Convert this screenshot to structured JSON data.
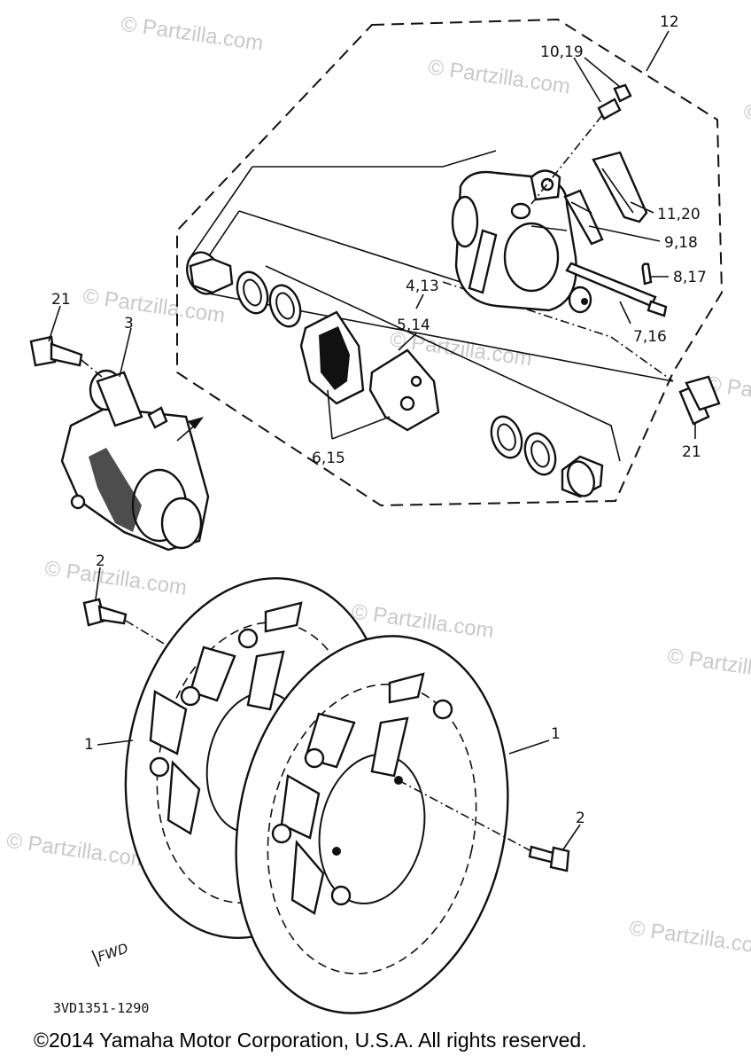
{
  "callouts": {
    "c12": "12",
    "c10_19": "10,19",
    "c11_20": "11,20",
    "c9_18": "9,18",
    "c8_17": "8,17",
    "c7_16": "7,16",
    "c4_13": "4,13",
    "c5_14": "5,14",
    "c6_15": "6,15",
    "c21_left": "21",
    "c21_right": "21",
    "c3": "3",
    "c2_top": "2",
    "c2_bottom": "2",
    "c1_left": "1",
    "c1_right": "1"
  },
  "watermark": "© Partzilla.com",
  "diagram_code": "3VD1351-1290",
  "forward_mark": "FWD",
  "copyright": "©2014  Yamaha Motor Corporation, U.S.A. All rights reserved."
}
